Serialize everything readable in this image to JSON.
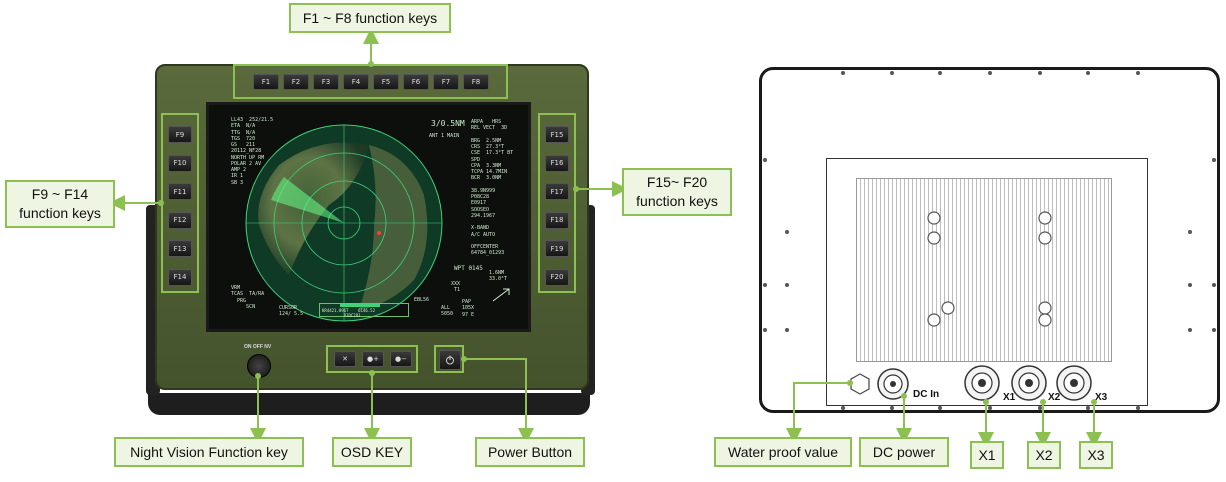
{
  "callouts": {
    "f1_f8": "F1 ~ F8 function keys",
    "f9_f14": "F9 ~ F14\nfunction keys",
    "f15_f20": "F15~ F20\nfunction keys",
    "night_vision": "Night Vision Function key",
    "osd": "OSD KEY",
    "power": "Power Button",
    "water_proof": "Water proof value",
    "dc_power": "DC power",
    "x1": "X1",
    "x2": "X2",
    "x3": "X3"
  },
  "top_keys": [
    "F1",
    "F2",
    "F3",
    "F4",
    "F5",
    "F6",
    "F7",
    "F8"
  ],
  "left_keys": [
    "F9",
    "F10",
    "F11",
    "F12",
    "F13",
    "F14"
  ],
  "right_keys": [
    "F15",
    "F16",
    "F17",
    "F18",
    "F19",
    "F20"
  ],
  "knob_label": "ON OFF NV",
  "osd_key_labels": [
    "✕",
    "●+",
    "●−"
  ],
  "rear_labels": {
    "dc_in": "DC In",
    "x1": "X1",
    "x2": "X2",
    "x3": "X3"
  },
  "radar": {
    "top_left": "LL43  252/21.5\nETA  N/A\nTTG  N/A\nTGS  720\nGS   211\n20112_NF28\nNORTH UP RM\nPOLAR 2 AV\nAMP 2\nIR 1\nSB 3",
    "range": "3/0.5NM",
    "range_sub": "ANT 1 MAIN",
    "right_col": "ARPA   HRS\nREL VECT  3D\n\nBRG  2.5NM\nCRS  27.3°T\nCSE  17.3°T BT\nSPD\nCPA  3.3NM\nTCPA 14.7MIN\nBCR  3.0NM\n\n38.9N999\nP08C28\nE0917\nSOOSEO\n294.1967\n\nX-BAND\nA/C AUTO\n\nOFFCENTER\n64784_01293",
    "bottom_wpt": "WPT 0145",
    "bottom_nm": "1.6NM\n33.0°T",
    "bottom_left": "VRM\nTCAS  TA/RA\n  PRG\n     SCN",
    "bottom_mid": "CURSOR\n124/ 5.5",
    "bottom_bar": "KR4421.896T    6146.52\n         P3DC281",
    "bottom_ebl": "EBL56",
    "bottom_r1": "ALL\n5050",
    "bottom_r2": "PAP\n105X\n97 E",
    "bottom_xxx": "XXX\n T1"
  },
  "colors": {
    "accent_green": "#8cc152",
    "callout_fill": "#eef5e3",
    "bezel": "#4a5a32",
    "screen_bg": "#0d0f0c"
  }
}
